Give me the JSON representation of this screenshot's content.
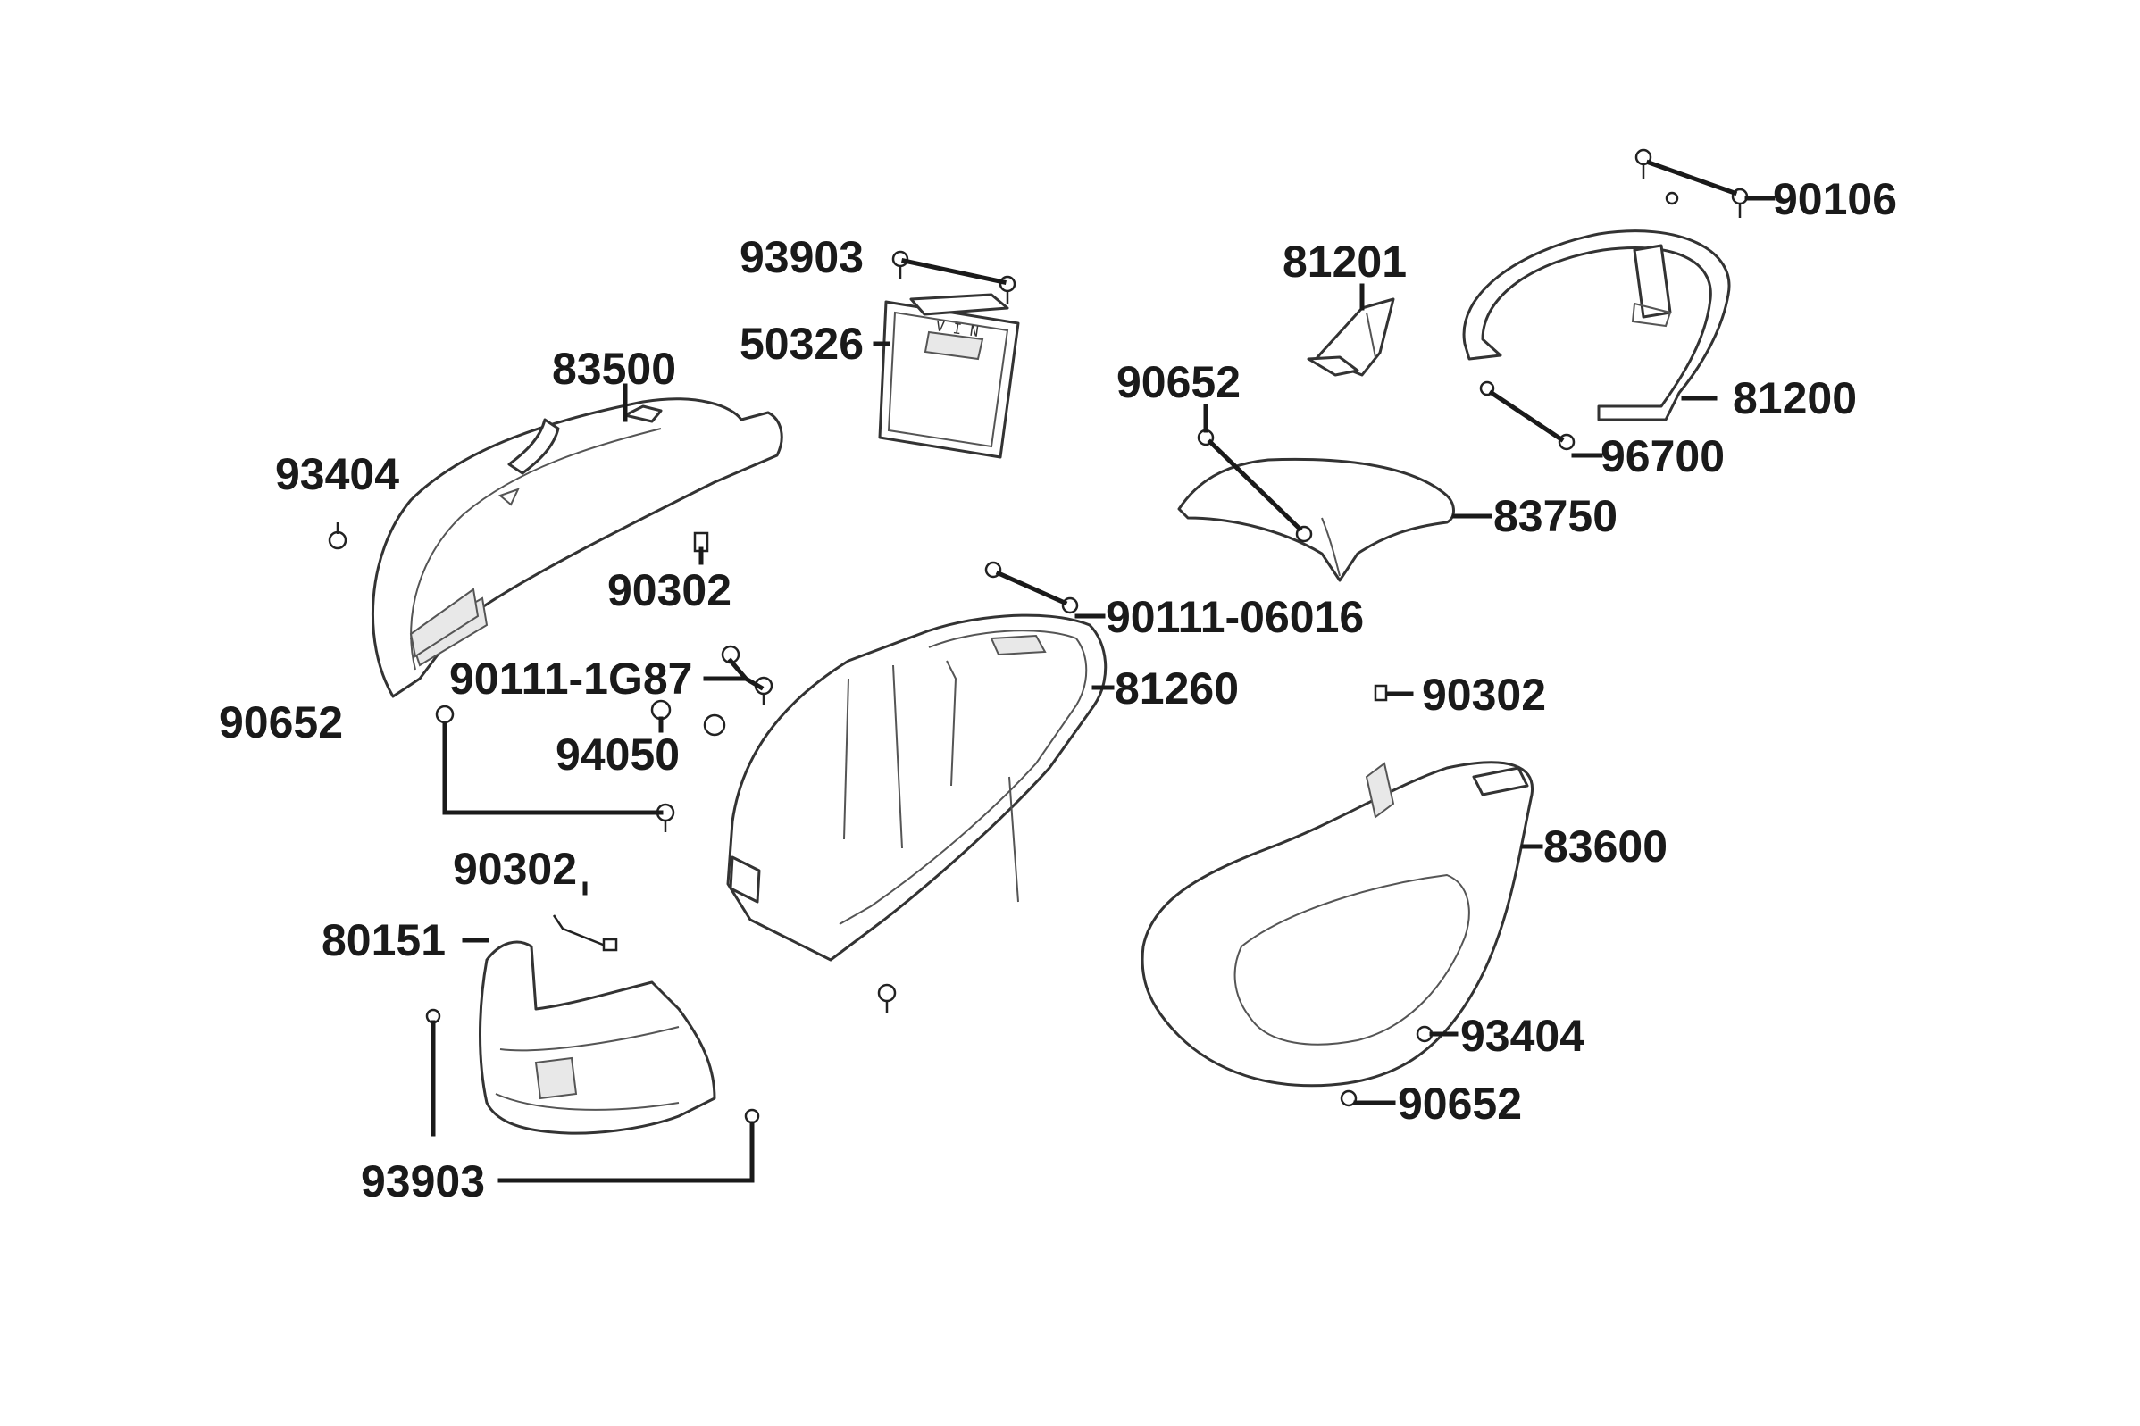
{
  "diagram": {
    "labels": [
      {
        "id": "93903-top",
        "text": "93903"
      },
      {
        "id": "50326",
        "text": "50326"
      },
      {
        "id": "83500",
        "text": "83500"
      },
      {
        "id": "93404-left",
        "text": "93404"
      },
      {
        "id": "90302-a",
        "text": "90302"
      },
      {
        "id": "90111-1G87",
        "text": "90111-1G87"
      },
      {
        "id": "90652-left",
        "text": "90652"
      },
      {
        "id": "94050",
        "text": "94050"
      },
      {
        "id": "90302-b",
        "text": "90302"
      },
      {
        "id": "80151",
        "text": "80151"
      },
      {
        "id": "93903-bottom",
        "text": "93903"
      },
      {
        "id": "81201",
        "text": "81201"
      },
      {
        "id": "90652-mid",
        "text": "90652"
      },
      {
        "id": "90106",
        "text": "90106"
      },
      {
        "id": "81200",
        "text": "81200"
      },
      {
        "id": "96700",
        "text": "96700"
      },
      {
        "id": "83750",
        "text": "83750"
      },
      {
        "id": "90111-06016",
        "text": "90111-06016"
      },
      {
        "id": "81260",
        "text": "81260"
      },
      {
        "id": "90302-c",
        "text": "90302"
      },
      {
        "id": "83600",
        "text": "83600"
      },
      {
        "id": "93404-right",
        "text": "93404"
      },
      {
        "id": "90652-right",
        "text": "90652"
      }
    ],
    "vin_text": "V I N"
  }
}
